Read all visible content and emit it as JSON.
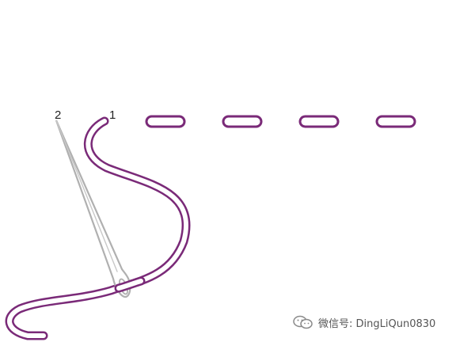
{
  "labels": {
    "point_2": "2",
    "point_1": "1"
  },
  "watermark": {
    "text": "微信号: DingLiQun0830",
    "icon": "wechat-icon"
  },
  "colors": {
    "thread": "#7a2a78",
    "needle": "#b0b0b0",
    "background": "#ffffff"
  },
  "stitch_count": 4
}
